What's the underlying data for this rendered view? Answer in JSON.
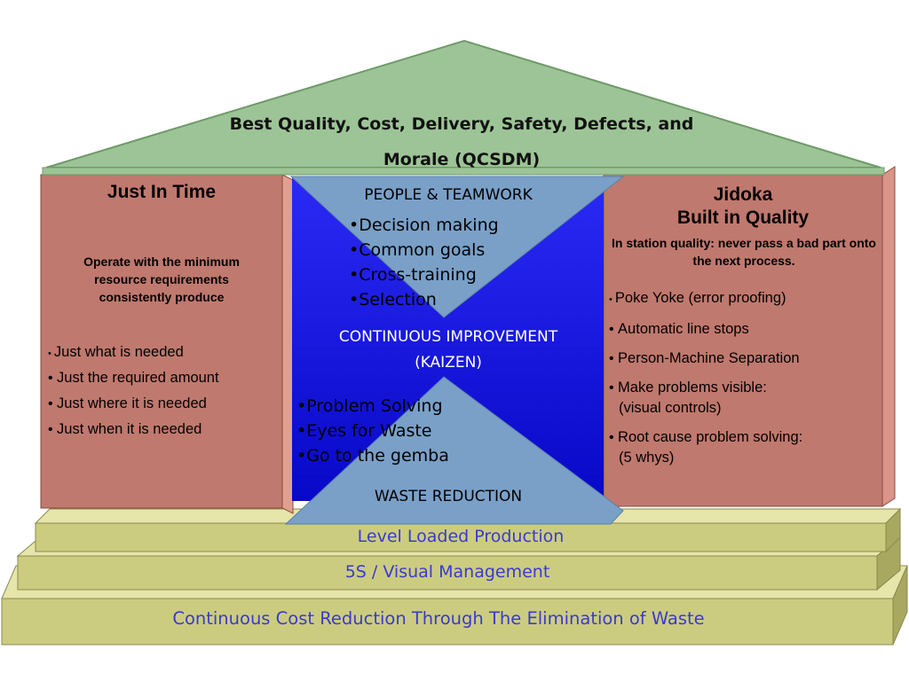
{
  "roof": {
    "line1": "Best Quality, Cost, Delivery, Safety, Defects, and",
    "line2": "Morale (QCSDM)"
  },
  "left_pillar": {
    "title": "Just In Time",
    "subtitle": "Operate with the minimum resource requirements consistently produce",
    "bullets": [
      "Just what is needed",
      "Just the required amount",
      "Just where it is needed",
      "Just when it is needed"
    ]
  },
  "right_pillar": {
    "title": "Jidoka",
    "title2": "Built in Quality",
    "subtitle": "In station quality: never pass a bad part onto the next process.",
    "bullets": [
      {
        "line1": "Poke Yoke (error proofing)",
        "line2": ""
      },
      {
        "line1": "Automatic line stops",
        "line2": ""
      },
      {
        "line1": "Person-Machine Separation",
        "line2": ""
      },
      {
        "line1": "Make problems visible:",
        "line2": "(visual controls)"
      },
      {
        "line1": "Root cause problem solving:",
        "line2": "(5 whys)"
      }
    ]
  },
  "center": {
    "top_title": "PEOPLE & TEAMWORK",
    "top_items": [
      "•Decision making",
      "•Common goals",
      "•Cross-training",
      "•Selection"
    ],
    "kaizen_line1": "CONTINUOUS IMPROVEMENT",
    "kaizen_line2": "(KAIZEN)",
    "bottom_items": [
      "•Problem Solving",
      "•Eyes for Waste",
      "•Go to the gemba"
    ],
    "bottom_title": "WASTE REDUCTION"
  },
  "steps": [
    "Level Loaded Production",
    "5S / Visual Management",
    "Continuous Cost Reduction Through The Elimination of Waste"
  ],
  "colors": {
    "roof": "#9dc496",
    "pillar": "#c0796e",
    "pillar_side": "#d9958a",
    "center_blue": "#1010e8",
    "hourglass": "#7aa0c8",
    "step": "#cccc80",
    "step_text": "#3a3ad0"
  }
}
